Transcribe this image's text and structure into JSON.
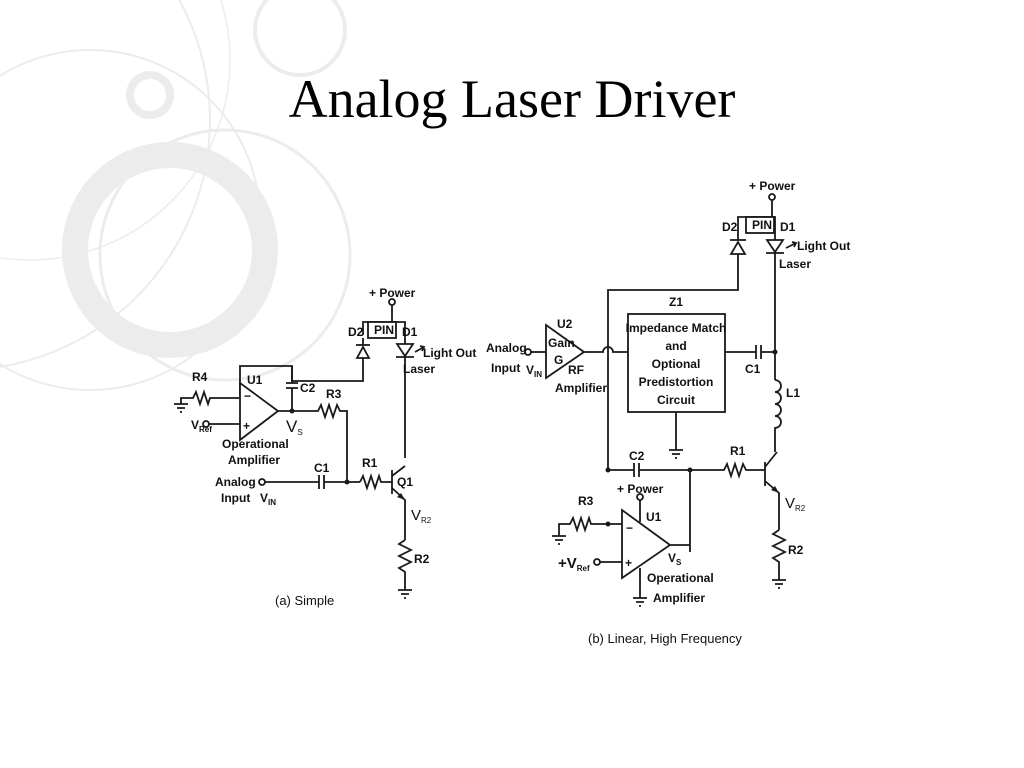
{
  "slide": {
    "title": "Analog Laser Driver"
  },
  "colors": {
    "background": "#ffffff",
    "decor": "#e9e9e9",
    "ink": "#1a1a1a"
  },
  "fig_a": {
    "power": "+ Power",
    "d2": "D2",
    "pin": "PIN",
    "d1": "D1",
    "light_out": "Light Out",
    "laser": "Laser",
    "r4": "R4",
    "u1": "U1",
    "c2": "C2",
    "r3": "R3",
    "vs_main": "V",
    "vs_sub": "S",
    "vref_main": "V",
    "vref_sub": "Ref",
    "minus": "−",
    "plus": "+",
    "opamp_line1": "Operational",
    "opamp_line2": "Amplifier",
    "c1": "C1",
    "r1": "R1",
    "q1": "Q1",
    "analog_line1": "Analog",
    "analog_line2": "Input",
    "vin_main": "V",
    "vin_sub": "IN",
    "vr2_main": "V",
    "vr2_sub": "R2",
    "r2": "R2",
    "caption": "(a) Simple"
  },
  "fig_b": {
    "power_top": "+ Power",
    "d2": "D2",
    "pin": "PIN",
    "d1": "D1",
    "light_out": "Light Out",
    "laser": "Laser",
    "z1": "Z1",
    "z_line1": "Impedance Match",
    "z_line2": "and",
    "z_line3": "Optional",
    "z_line4": "Predistortion",
    "z_line5": "Circuit",
    "u2": "U2",
    "gain": "Gain",
    "g": "G",
    "rf_line1": "RF",
    "rf_line2": "Amplifier",
    "analog_line1": "Analog",
    "analog_line2": "Input",
    "vin_main": "V",
    "vin_sub": "IN",
    "c1": "C1",
    "l1": "L1",
    "c2": "C2",
    "r1": "R1",
    "power_mid": "+ Power",
    "u1": "U1",
    "r3": "R3",
    "minus": "−",
    "plus": "+",
    "vs_main": "V",
    "vs_sub": "S",
    "vref_main": "+V",
    "vref_sub": "Ref",
    "opamp_line1": "Operational",
    "opamp_line2": "Amplifier",
    "vr2_main": "V",
    "vr2_sub": "R2",
    "r2": "R2",
    "caption": "(b) Linear, High Frequency"
  }
}
